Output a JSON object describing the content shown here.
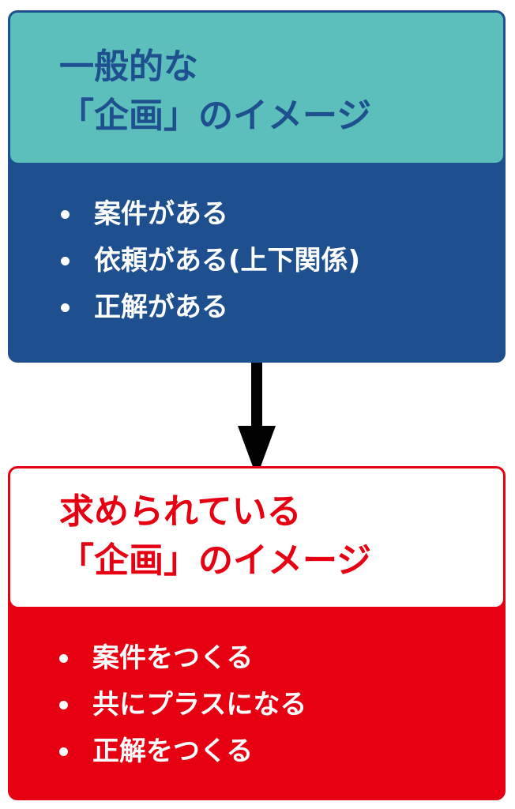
{
  "top_box": {
    "title_line1": "一般的な",
    "title_line2": "「企画」のイメージ",
    "items": [
      "案件がある",
      "依頼がある(上下関係)",
      "正解がある"
    ]
  },
  "bottom_box": {
    "title_line1": "求められている",
    "title_line2": "「企画」のイメージ",
    "items": [
      "案件をつくる",
      "共にプラスになる",
      "正解をつくる"
    ]
  },
  "colors": {
    "top_header": "#5cbfbb",
    "top_body": "#1e4f8f",
    "bottom_header": "#ffffff",
    "bottom_body": "#e60012",
    "arrow": "#000000"
  },
  "icons": {
    "connector": "arrow-down-icon",
    "bullet": "bullet-icon"
  }
}
